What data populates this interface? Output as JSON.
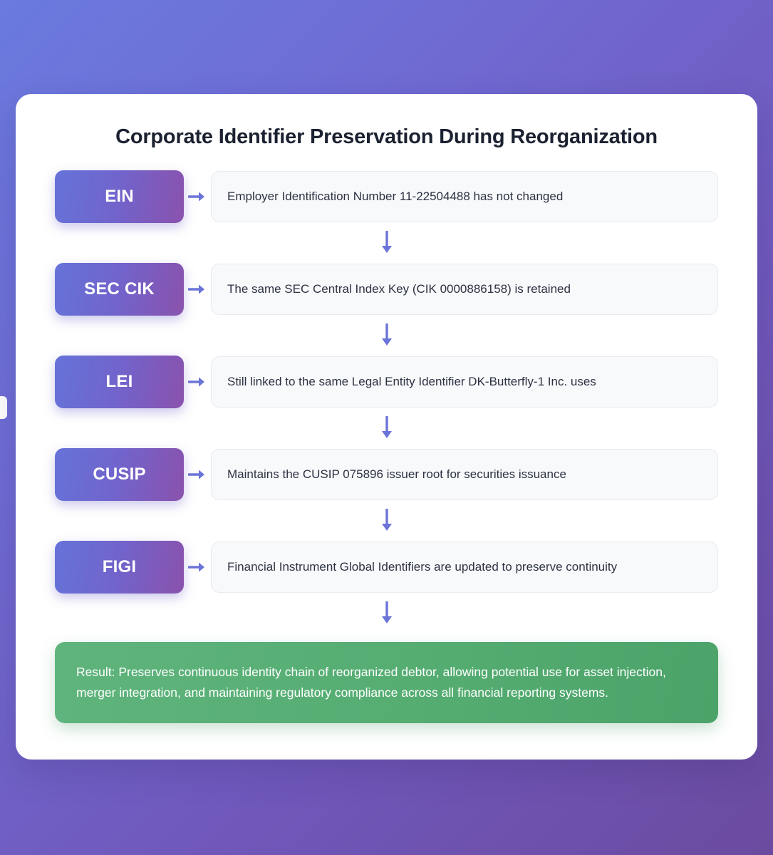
{
  "title": "Corporate Identifier Preservation During Reorganization",
  "colors": {
    "badge_gradient_start": "#6573d8",
    "badge_gradient_end": "#8a52ad",
    "arrow": "#6b74d8",
    "result_green_start": "#5fb47c",
    "result_green_end": "#4ba369",
    "card_background": "#ffffff",
    "page_gradient_start": "#6a7ade",
    "page_gradient_end": "#6b4ba0",
    "desc_background": "#f8f9fb"
  },
  "steps": [
    {
      "badge": "EIN",
      "description": "Employer Identification Number 11-22504488 has not changed"
    },
    {
      "badge": "SEC CIK",
      "description": "The same SEC Central Index Key (CIK 0000886158) is retained"
    },
    {
      "badge": "LEI",
      "description": "Still linked to the same Legal Entity Identifier DK-Butterfly-1 Inc. uses"
    },
    {
      "badge": "CUSIP",
      "description": "Maintains the CUSIP 075896 issuer root for securities issuance"
    },
    {
      "badge": "FIGI",
      "description": "Financial Instrument Global Identifiers are updated to preserve continuity"
    }
  ],
  "result": "Result: Preserves continuous identity chain of reorganized debtor, allowing potential use for asset injection, merger integration, and maintaining regulatory compliance across all financial reporting systems.",
  "icons": {
    "arrow_right": "arrow-right-icon",
    "arrow_down": "arrow-down-icon"
  }
}
